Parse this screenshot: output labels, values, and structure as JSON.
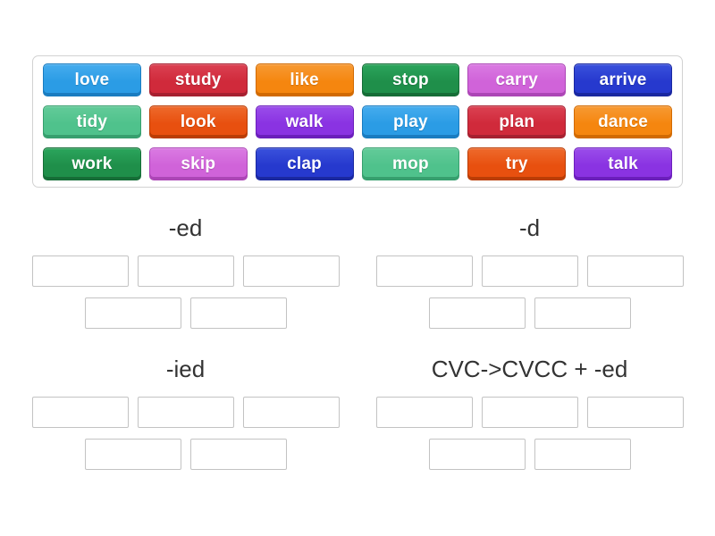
{
  "palette": {
    "blue": {
      "light": "#45ACEE",
      "base": "#2B9CE5",
      "dark": "#1A7CC0"
    },
    "crimson": {
      "light": "#DB4152",
      "base": "#D02A3B",
      "dark": "#A62030"
    },
    "orange": {
      "light": "#F79A33",
      "base": "#F5860F",
      "dark": "#D16A02"
    },
    "green": {
      "light": "#2BA55C",
      "base": "#1F8F4A",
      "dark": "#166D37"
    },
    "orchid": {
      "light": "#DA7AE2",
      "base": "#D063D9",
      "dark": "#AC46B6"
    },
    "royal": {
      "light": "#3A51DC",
      "base": "#2639CE",
      "dark": "#1A28A0"
    },
    "seagreen": {
      "light": "#63CB99",
      "base": "#4FC28C",
      "dark": "#379F6E"
    },
    "orangered": {
      "light": "#EE6A2C",
      "base": "#E8500F",
      "dark": "#BA3D05"
    },
    "purple": {
      "light": "#9A4DEA",
      "base": "#8A33E2",
      "dark": "#6B1FBB"
    }
  },
  "bank": {
    "tiles": [
      {
        "label": "love",
        "color": "blue"
      },
      {
        "label": "study",
        "color": "crimson"
      },
      {
        "label": "like",
        "color": "orange"
      },
      {
        "label": "stop",
        "color": "green"
      },
      {
        "label": "carry",
        "color": "orchid"
      },
      {
        "label": "arrive",
        "color": "royal"
      },
      {
        "label": "tidy",
        "color": "seagreen"
      },
      {
        "label": "look",
        "color": "orangered"
      },
      {
        "label": "walk",
        "color": "purple"
      },
      {
        "label": "play",
        "color": "blue"
      },
      {
        "label": "plan",
        "color": "crimson"
      },
      {
        "label": "dance",
        "color": "orange"
      },
      {
        "label": "work",
        "color": "green"
      },
      {
        "label": "skip",
        "color": "orchid"
      },
      {
        "label": "clap",
        "color": "royal"
      },
      {
        "label": "mop",
        "color": "seagreen"
      },
      {
        "label": "try",
        "color": "orangered"
      },
      {
        "label": "talk",
        "color": "purple"
      }
    ]
  },
  "groups": [
    {
      "label": "-ed",
      "slot_rows": [
        3,
        2
      ]
    },
    {
      "label": "-d",
      "slot_rows": [
        3,
        2
      ]
    },
    {
      "label": "-ied",
      "slot_rows": [
        3,
        2
      ]
    },
    {
      "label": "CVC->CVCC + -ed",
      "slot_rows": [
        3,
        2
      ]
    }
  ]
}
